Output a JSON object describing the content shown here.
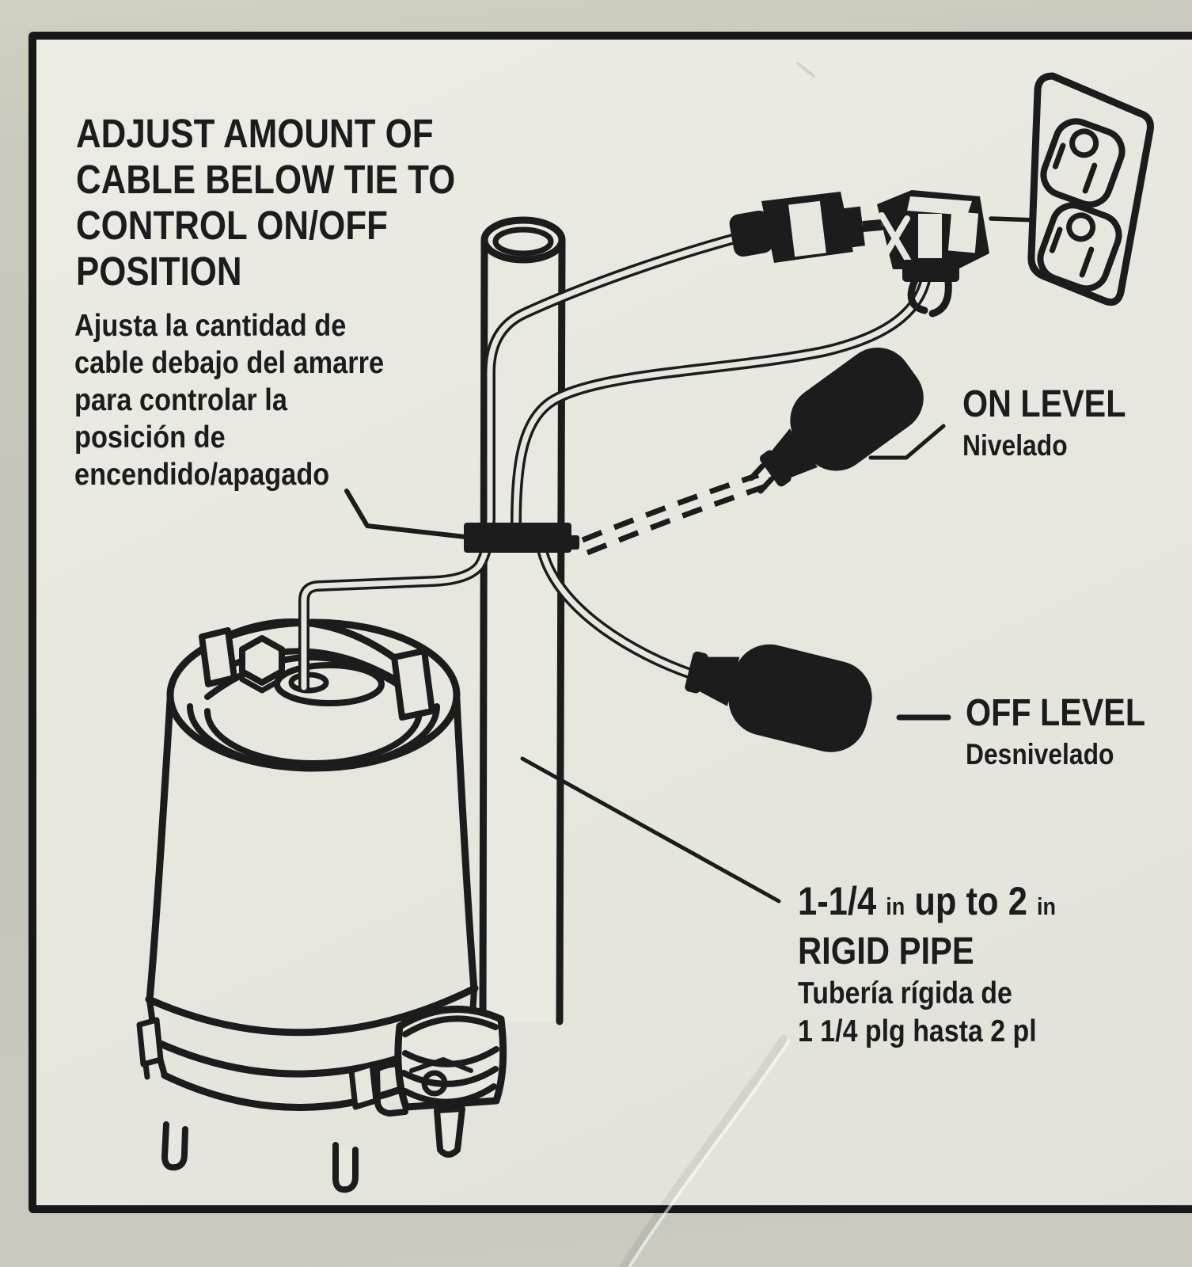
{
  "colors": {
    "ink": "#1c1c1c",
    "panel": "#e8e7df",
    "background": "#c6c5bb"
  },
  "heading": {
    "lines": [
      "ADJUST AMOUNT OF",
      "CABLE BELOW TIE TO",
      "CONTROL ON/OFF",
      "POSITION"
    ]
  },
  "subheading": {
    "lines": [
      "Ajusta la cantidad de",
      "cable debajo del amarre",
      "para controlar la",
      "posición de",
      "encendido/apagado"
    ]
  },
  "callouts": {
    "on_level": {
      "title": "ON LEVEL",
      "subtitle": "Nivelado"
    },
    "off_level": {
      "title": "OFF LEVEL",
      "subtitle": "Desnivelado"
    },
    "rigid_pipe": {
      "num1": "1-1/4",
      "unit1": "in",
      "mid": "up to",
      "num2": "2",
      "unit2": "in",
      "title": "RIGID PIPE",
      "es": [
        "Tubería rígida de",
        "1 1/4 plg hasta 2 pl"
      ]
    }
  },
  "diagram_parts": [
    "submersible-pump",
    "rigid-pipe",
    "cable-tie",
    "float-switch-on-position",
    "float-switch-off-position",
    "pump-plug",
    "piggyback-plug",
    "wall-outlet"
  ]
}
